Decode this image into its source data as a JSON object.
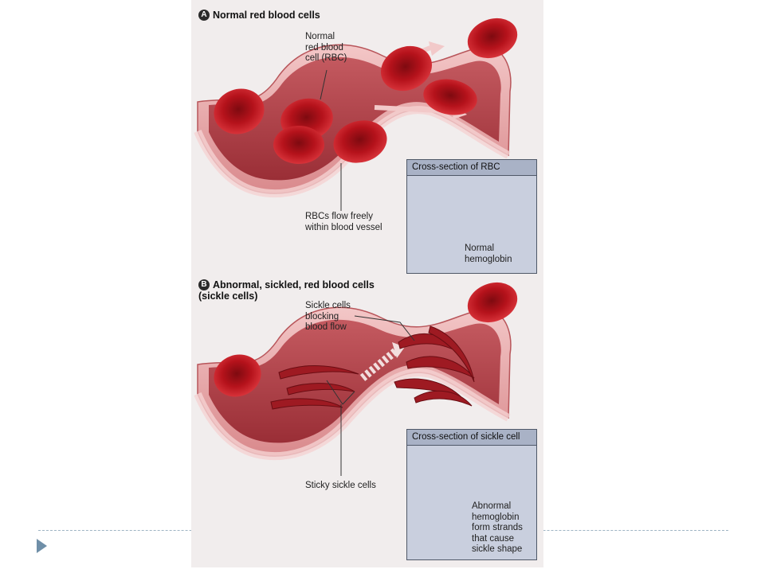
{
  "figure": {
    "section_a": {
      "badge": "A",
      "title": "Normal red blood cells",
      "label_normal_rbc": "Normal\nred blood\ncell (RBC)",
      "label_flow": "RBCs flow freely\nwithin blood vessel",
      "inset_title": "Cross-section of RBC",
      "inset_label": "Normal\nhemoglobin"
    },
    "section_b": {
      "badge": "B",
      "title": "Abnormal, sickled, red blood cells\n(sickle cells)",
      "label_blocking": "Sickle cells\nblocking\nblood flow",
      "label_sticky": "Sticky sickle cells",
      "inset_title": "Cross-section of sickle cell",
      "inset_label": "Abnormal\nhemoglobin\nform strands\nthat cause\nsickle shape"
    }
  },
  "colors": {
    "vessel_outer": "#e6a6a8",
    "vessel_inner": "#b9444c",
    "rbc": "#b5121b",
    "inset_bg": "#c9cfde",
    "slide_accent": "#6f8fa8"
  }
}
